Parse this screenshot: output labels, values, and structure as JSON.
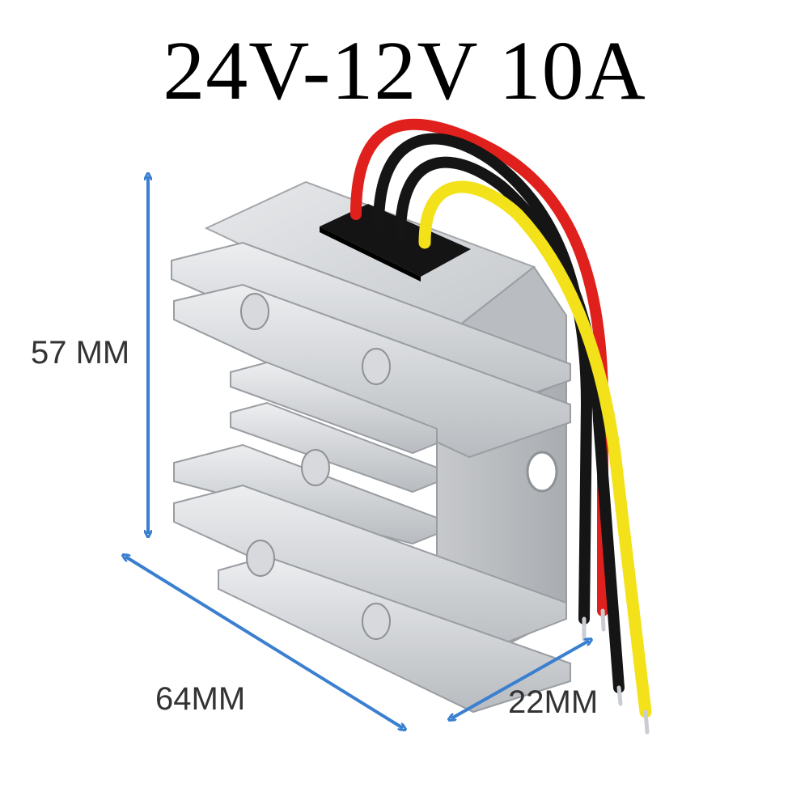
{
  "title": "24V-12V 10A",
  "dimensions": {
    "height": "57 MM",
    "width": "64MM",
    "depth": "22MM"
  },
  "colors": {
    "arrow": "#3a7fd0",
    "heatsink": "#c9ccd0",
    "wire_red": "#e0201c",
    "wire_black": "#151515",
    "wire_yellow": "#f3e21a"
  }
}
